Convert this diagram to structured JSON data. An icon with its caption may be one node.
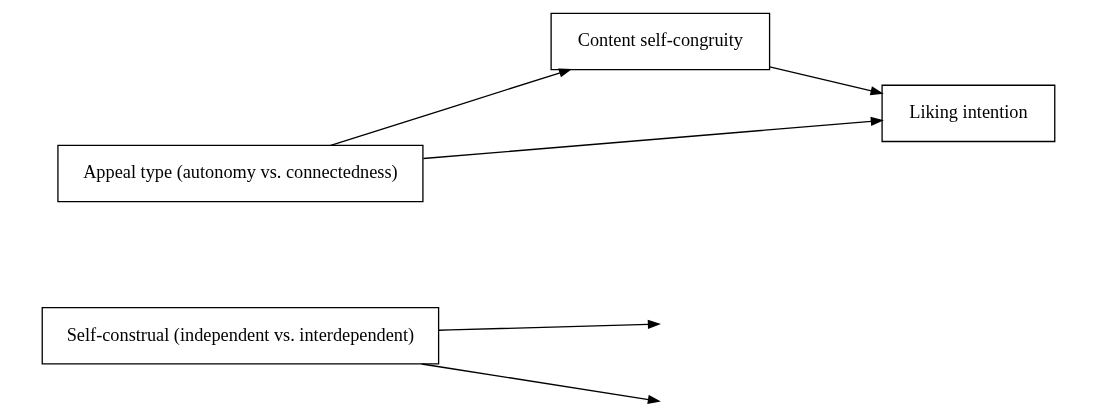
{
  "diagram": {
    "nodes": [
      {
        "text": [
          "Self-construal (independent vs. interdependent)"
        ]
      },
      {
        "text": [
          "Content self-congruity"
        ]
      },
      {
        "text": [
          "Appeal type (autonomy vs. connectedness)"
        ]
      },
      {
        "text": [
          "Liking intention"
        ]
      }
    ],
    "edges": [
      {
        "from": 2,
        "to": 1,
        "arrow": "to"
      },
      {
        "from": 1,
        "to": 3,
        "arrow": "to"
      },
      {
        "from": 2,
        "to": 3,
        "arrow": "to"
      },
      {
        "from": 0,
        "to": null,
        "arrow": "to"
      },
      {
        "from": 0,
        "to": null,
        "arrow": "to"
      }
    ]
  }
}
